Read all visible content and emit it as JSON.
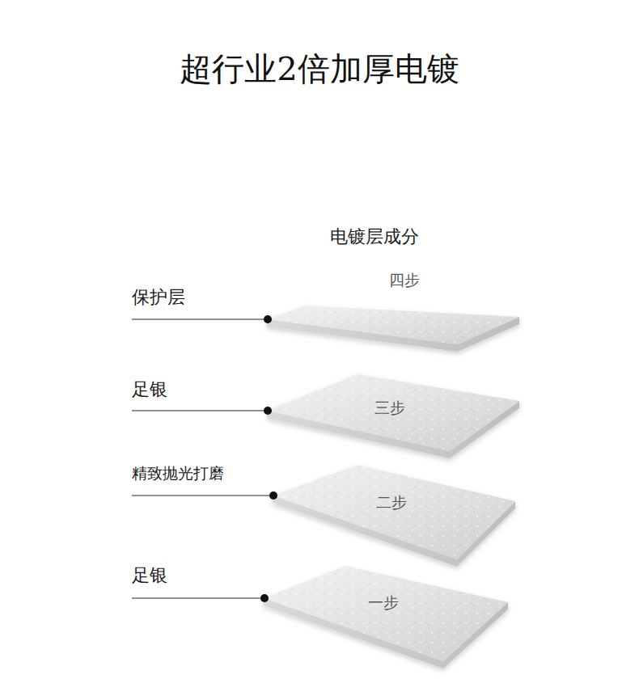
{
  "diagram": {
    "title": "超行业2倍加厚电镀",
    "nodes": [
      {
        "text": [
          "四步"
        ]
      },
      {
        "text": [
          "三步"
        ]
      },
      {
        "text": [
          "二步"
        ]
      },
      {
        "text": [
          "一步"
        ]
      }
    ],
    "labels": [
      "电镀层成分",
      "保护层",
      "足银",
      "精致抛光打磨",
      "足银"
    ]
  }
}
